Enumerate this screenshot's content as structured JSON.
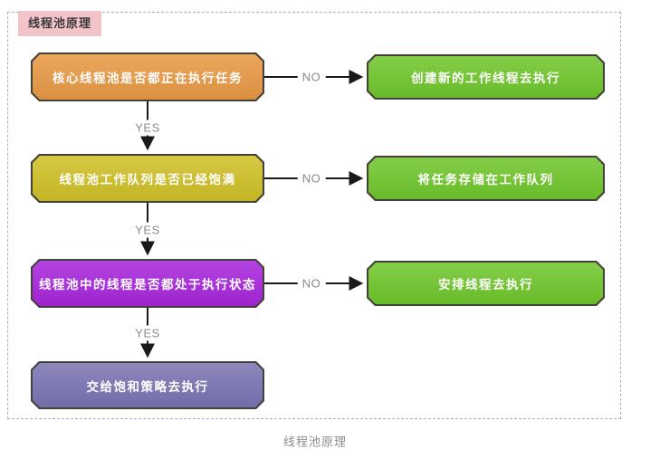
{
  "diagram": {
    "title": "线程池原理",
    "caption": "线程池原理",
    "rows": [
      {
        "question": "核心线程池是否都正在执行任务",
        "branch_label": "NO",
        "result": "创建新的工作线程去执行",
        "next_label": "YES"
      },
      {
        "question": "线程池工作队列是否已经饱满",
        "branch_label": "NO",
        "result": "将任务存储在工作队列",
        "next_label": "YES"
      },
      {
        "question": "线程池中的线程是否都处于执行状态",
        "branch_label": "NO",
        "result": "安排线程去执行",
        "next_label": "YES"
      }
    ],
    "final_step": "交给饱和策略去执行",
    "colors": {
      "question_row_1": "#e89944",
      "question_row_2": "#cfc026",
      "question_row_3": "#a825dc",
      "final_step_box": "#7974b2",
      "result_boxes": "#6fc62b",
      "box_border": "#45413a",
      "title_chip_bg": "#f2c4ca",
      "connector_line": "#1a1a1a",
      "edge_label_text": "#8a8a8a",
      "frame_border": "#b0b0b0"
    }
  }
}
